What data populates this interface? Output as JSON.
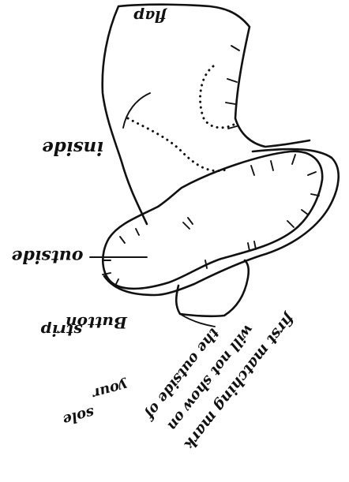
{
  "diagram": {
    "labels": {
      "flap": "flap",
      "inside": "inside",
      "outside": "outside",
      "button_strip_line1": "Button",
      "button_strip_line2": "strip",
      "note_right_line1": "first matching mark",
      "note_right_line2": "will not show on",
      "note_right_line3": "the outside of",
      "note_center_line1": "your",
      "note_center_line2": "sole"
    }
  }
}
